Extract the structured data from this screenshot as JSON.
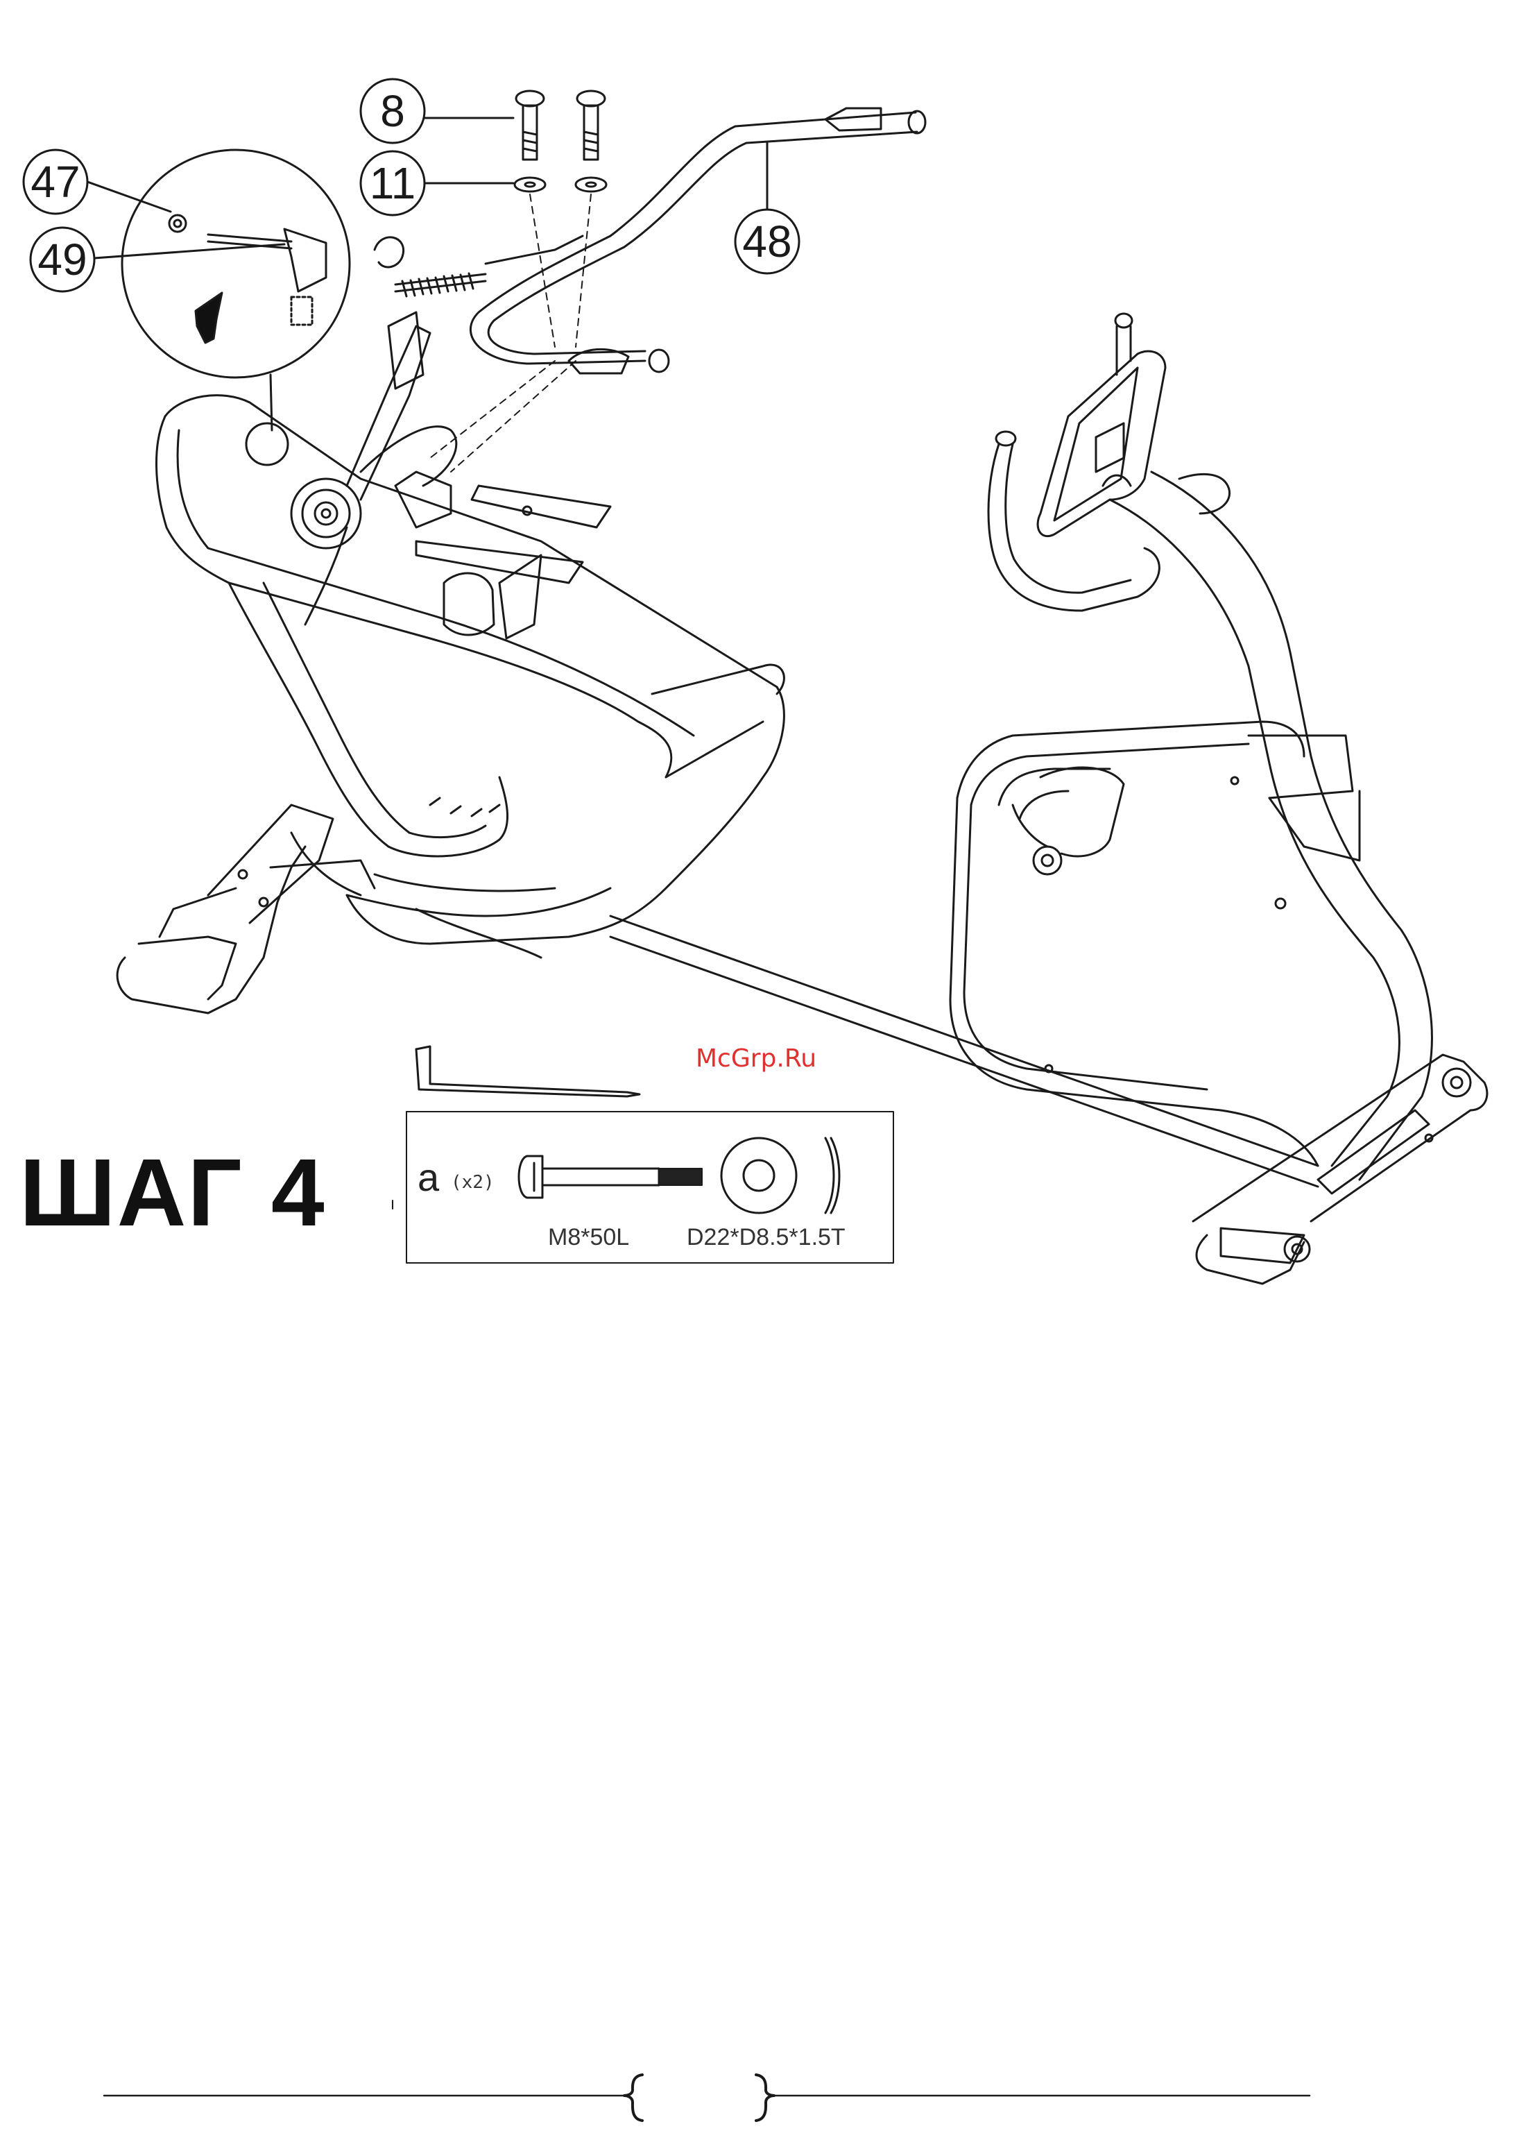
{
  "callouts": [
    {
      "id": "8",
      "label": "8"
    },
    {
      "id": "11",
      "label": "11"
    },
    {
      "id": "47",
      "label": "47"
    },
    {
      "id": "49",
      "label": "49"
    },
    {
      "id": "48",
      "label": "48"
    }
  ],
  "watermark": "McGrp.Ru",
  "step_title": "ШАГ 4",
  "hardware": {
    "letter": "a",
    "quantity": "(x2)",
    "bolt_size": "M8*50L",
    "washer_size": "D22*D8.5*1.5T"
  },
  "colors": {
    "line": "#1a1a1a",
    "watermark": "#e03030",
    "paper": "#ffffff"
  }
}
